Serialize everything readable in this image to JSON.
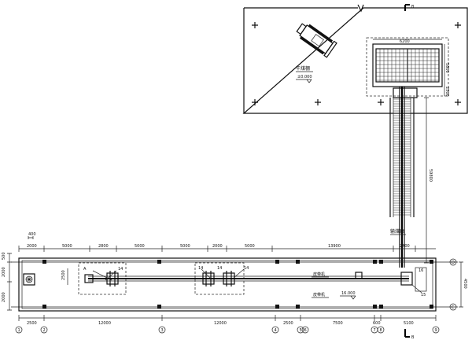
{
  "labels": {
    "section_top": "B",
    "section_bottom": "B",
    "yard_name": "干煤棚",
    "yard_elev": "±0.000",
    "belt_1": "皮带机",
    "belt_2": "皮带机",
    "conveyor_gallery": "输煤廊",
    "elev_low": "16.000",
    "grid_v": [
      "1",
      "2",
      "3",
      "4",
      "5",
      "6",
      "7",
      "8",
      "9"
    ],
    "grid_h": [
      "D",
      "C"
    ],
    "dims_top": [
      "2000",
      "5000",
      "2800",
      "5000",
      "5000",
      "2000",
      "5000",
      "13900",
      "2400"
    ],
    "dims_bottom": [
      "2500",
      "12000",
      "12000",
      "2500",
      "7500",
      "600",
      "5100"
    ],
    "dim_small_top": "400",
    "dims_left": [
      "500",
      "2000",
      "2000"
    ],
    "dim_right": "4500",
    "dim_vertical_long": "59800",
    "dim_hopper_w": "6200",
    "dim_hopper_h1": "5800",
    "dim_hopper_h2": "2500",
    "dim_inner": "2500",
    "mark_a": "A",
    "mark_14": "14",
    "mark_14b": "14",
    "mark_14c": "14",
    "mark_14d": "14",
    "mark_15": "15",
    "mark_16": "16"
  }
}
